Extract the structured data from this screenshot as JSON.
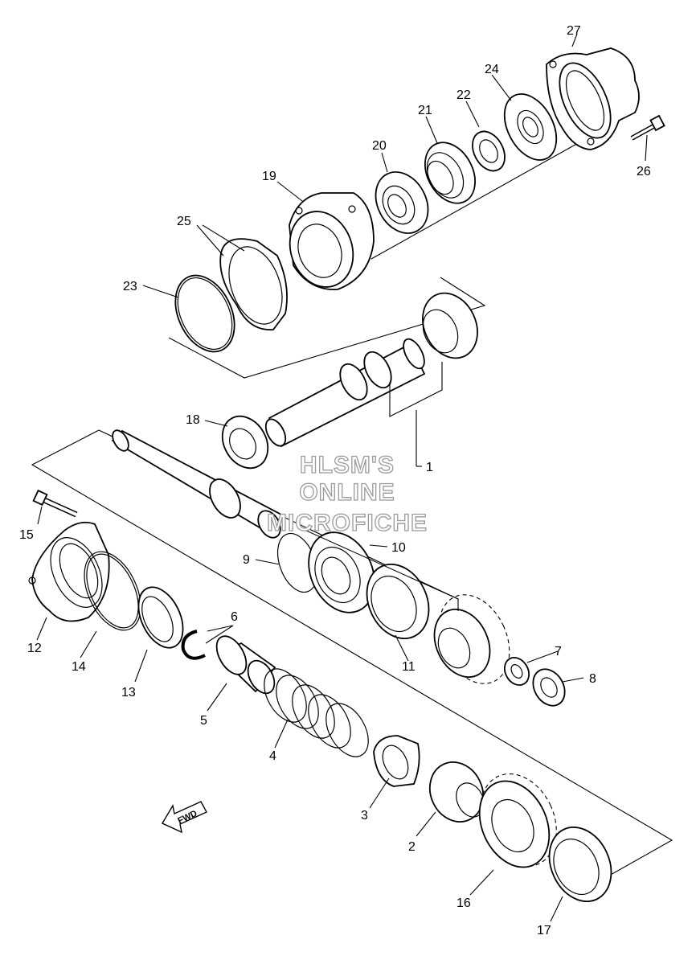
{
  "watermark": {
    "line1": "HLSM'S",
    "line2": "ONLINE",
    "line3": "MICROFICHE"
  },
  "arrow_label": "FWD",
  "callouts": [
    "1",
    "2",
    "3",
    "4",
    "5",
    "6",
    "7",
    "8",
    "9",
    "10",
    "11",
    "12",
    "13",
    "14",
    "15",
    "16",
    "17",
    "18",
    "19",
    "20",
    "21",
    "22",
    "23",
    "24",
    "25",
    "26",
    "27"
  ],
  "colors": {
    "line": "#000000",
    "watermark_outline": "#9a9a9a",
    "background": "#ffffff"
  }
}
